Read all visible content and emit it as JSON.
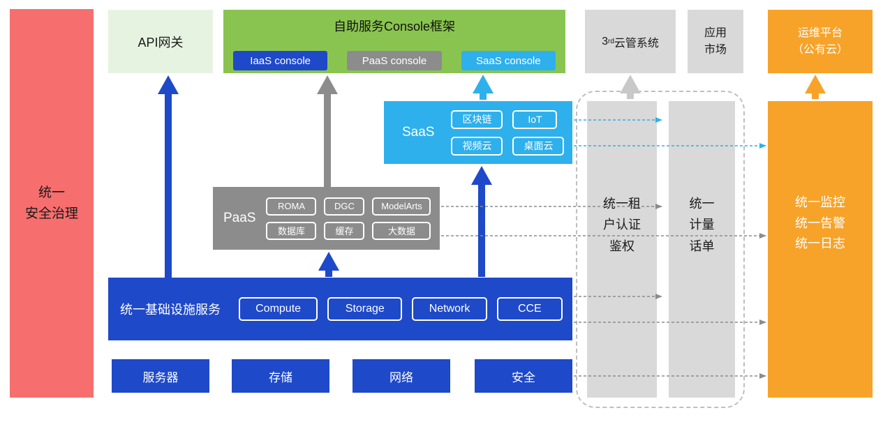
{
  "colors": {
    "red": "#F66E6E",
    "pale_green": "#E6F3E0",
    "green": "#8AC450",
    "blue": "#1E49C9",
    "gray": "#8C8C8C",
    "light_gray": "#D9D9D9",
    "cyan": "#2EB0EC",
    "orange": "#F7A329"
  },
  "security_bar": {
    "label": "统一\n安全治理"
  },
  "api_gateway": {
    "label": "API网关"
  },
  "console": {
    "title": "自助服务Console框架",
    "iaas": "IaaS console",
    "paas": "PaaS console",
    "saas": "SaaS console"
  },
  "third_cloud": {
    "num": "3",
    "sup": "rd",
    "text": "云管系统"
  },
  "app_market": {
    "label": "应用\n市场"
  },
  "ops_platform": {
    "label": "运维平台\n（公有云）"
  },
  "saas_box": {
    "label": "SaaS",
    "items": [
      "区块链",
      "IoT",
      "视频云",
      "桌面云"
    ]
  },
  "paas_box": {
    "label": "PaaS",
    "items": [
      "ROMA",
      "DGC",
      "ModelArts",
      "数据库",
      "缓存",
      "大数据"
    ]
  },
  "infra_box": {
    "label": "统一基础设施服务",
    "items": [
      "Compute",
      "Storage",
      "Network",
      "CCE"
    ]
  },
  "hardware": {
    "items": [
      "服务器",
      "存储",
      "网络",
      "安全"
    ]
  },
  "auth_bar": {
    "label": "统一租\n户认证\n鉴权"
  },
  "metering_bar": {
    "label": "统一\n计量\n话单"
  },
  "monitor_bar": {
    "label": "统一监控\n统一告警\n统一日志"
  }
}
